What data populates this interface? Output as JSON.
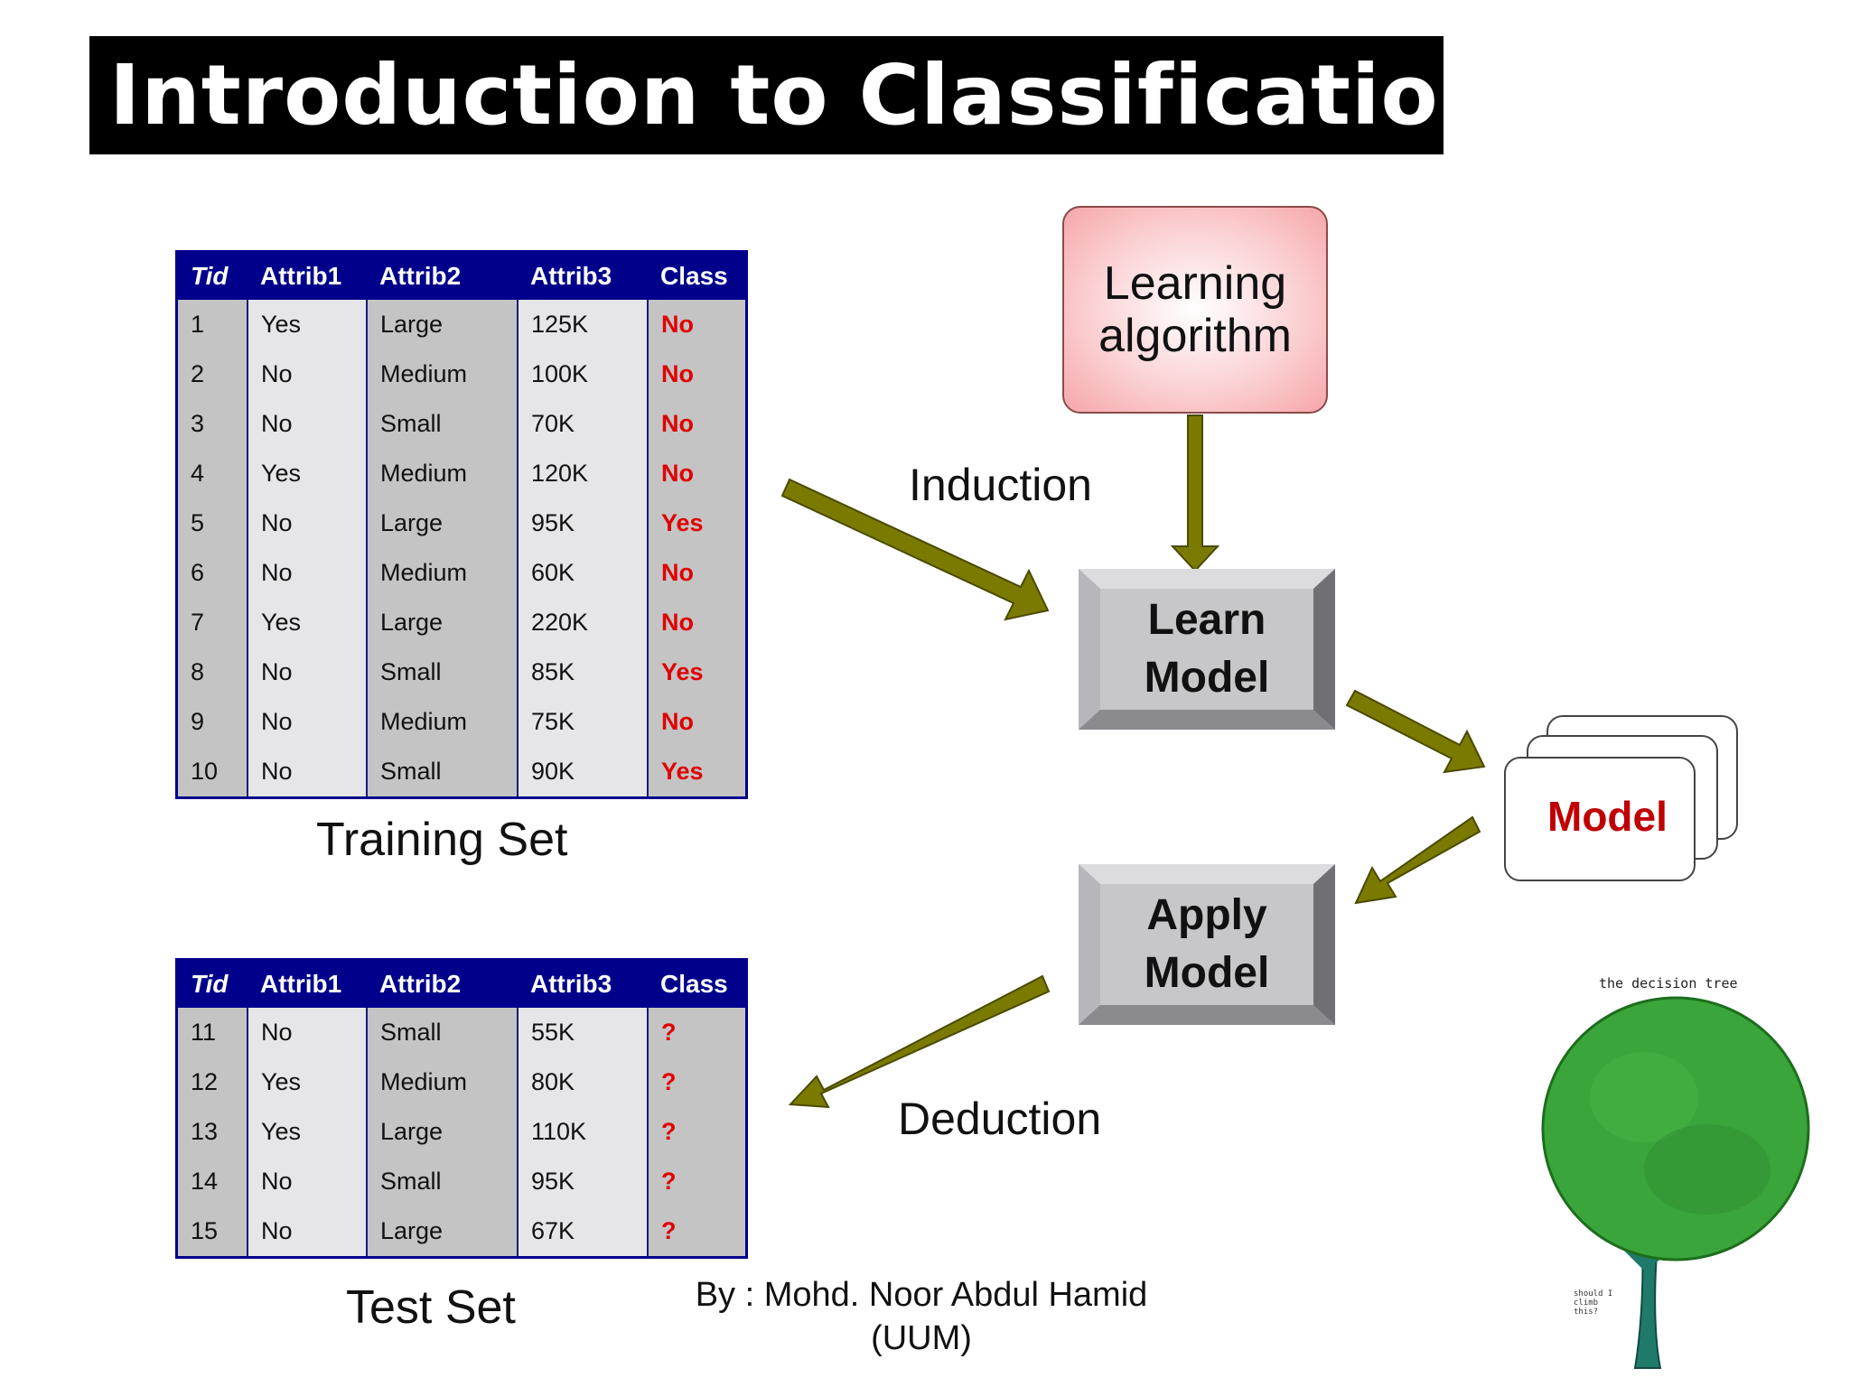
{
  "title": "Introduction to Classification",
  "table_headers": [
    "Tid",
    "Attrib1",
    "Attrib2",
    "Attrib3",
    "Class"
  ],
  "training_set": {
    "caption": "Training Set",
    "rows": [
      [
        "1",
        "Yes",
        "Large",
        "125K",
        "No"
      ],
      [
        "2",
        "No",
        "Medium",
        "100K",
        "No"
      ],
      [
        "3",
        "No",
        "Small",
        "70K",
        "No"
      ],
      [
        "4",
        "Yes",
        "Medium",
        "120K",
        "No"
      ],
      [
        "5",
        "No",
        "Large",
        "95K",
        "Yes"
      ],
      [
        "6",
        "No",
        "Medium",
        "60K",
        "No"
      ],
      [
        "7",
        "Yes",
        "Large",
        "220K",
        "No"
      ],
      [
        "8",
        "No",
        "Small",
        "85K",
        "Yes"
      ],
      [
        "9",
        "No",
        "Medium",
        "75K",
        "No"
      ],
      [
        "10",
        "No",
        "Small",
        "90K",
        "Yes"
      ]
    ]
  },
  "test_set": {
    "caption": "Test Set",
    "rows": [
      [
        "11",
        "No",
        "Small",
        "55K",
        "?"
      ],
      [
        "12",
        "Yes",
        "Medium",
        "80K",
        "?"
      ],
      [
        "13",
        "Yes",
        "Large",
        "110K",
        "?"
      ],
      [
        "14",
        "No",
        "Small",
        "95K",
        "?"
      ],
      [
        "15",
        "No",
        "Large",
        "67K",
        "?"
      ]
    ]
  },
  "diagram": {
    "learning_algorithm": "Learning algorithm",
    "learn_model_line1": "Learn",
    "learn_model_line2": "Model",
    "apply_model_line1": "Apply",
    "apply_model_line2": "Model",
    "model": "Model",
    "induction": "Induction",
    "deduction": "Deduction"
  },
  "tree_illustration": {
    "caption": "the decision tree",
    "note": "should I climb this?"
  },
  "credit": {
    "line1": "By : Mohd. Noor Abdul Hamid",
    "line2": "(UUM)"
  },
  "colors": {
    "table_header": "#00008b",
    "class_value": "#e00000",
    "arrow": "#7a7a00",
    "model_text": "#c00000",
    "algo_box": "#f6a6aa"
  }
}
